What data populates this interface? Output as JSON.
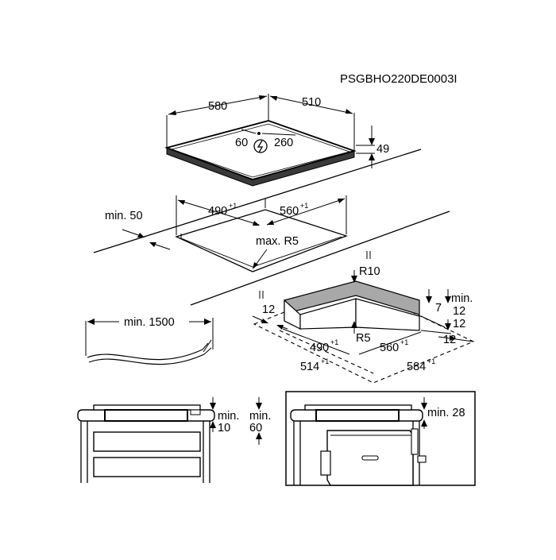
{
  "document_code": "PSGBHO220DE0003I",
  "hob": {
    "width": "580",
    "depth": "510",
    "height": "49",
    "cable_x": "60",
    "cable_y": "260"
  },
  "cutout": {
    "min_front": "min. 50",
    "width": "490",
    "width_tol": "+1",
    "depth": "560",
    "depth_tol": "+1",
    "max_radius": "max. R5"
  },
  "cable": {
    "min_length": "min. 1500"
  },
  "frame": {
    "radius_outer": "R10",
    "radius_inner": "R5",
    "offset_left": "12",
    "inner_width": "490",
    "inner_width_tol": "+1",
    "inner_depth": "560",
    "inner_depth_tol": "+1",
    "outer_width": "514",
    "outer_width_tol": "+1",
    "outer_depth": "584",
    "outer_depth_tol": "+1",
    "min_label": "min.",
    "min_12": "12",
    "height_7": "7",
    "side_12": "12",
    "right_12": "12"
  },
  "install_left": {
    "min_label_a": "min.",
    "value_a": "10",
    "min_label_b": "min.",
    "value_b": "60"
  },
  "install_right": {
    "min_clearance": "min. 28"
  }
}
